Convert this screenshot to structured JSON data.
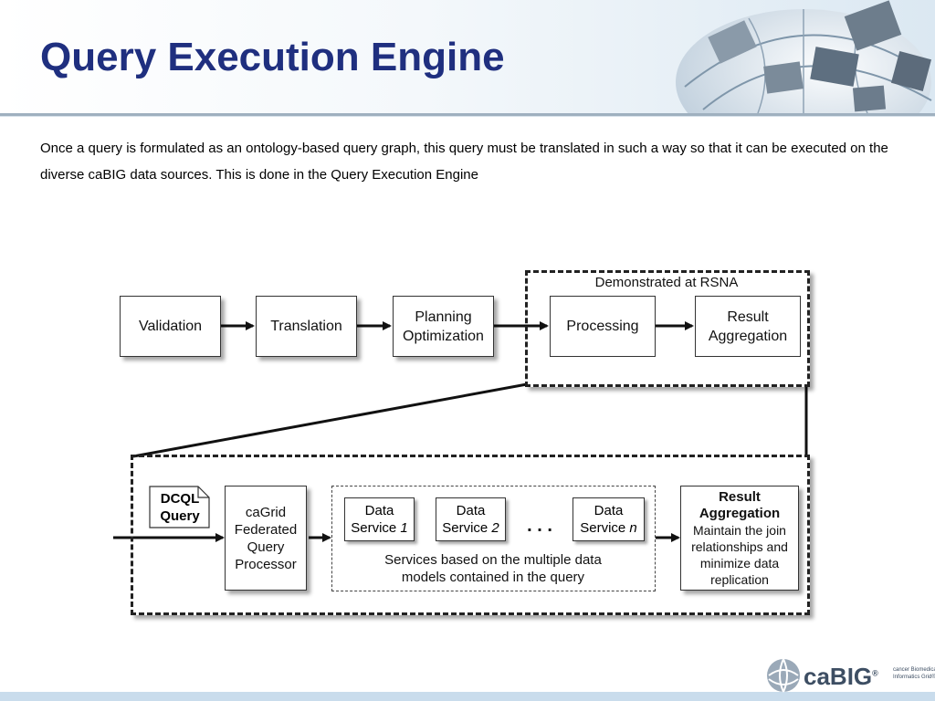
{
  "slide": {
    "title": "Query Execution Engine",
    "intro": "Once a query is formulated as an ontology-based query graph, this query must be translated in such a way so that it can be executed on the diverse caBIG data sources.  This is done in the Query Execution Engine"
  },
  "pipeline": {
    "steps": [
      "Validation",
      "Translation",
      "Planning Optimization",
      "Processing",
      "Result Aggregation"
    ],
    "demo_label": "Demonstrated at RSNA"
  },
  "detail": {
    "dcql_line1": "DCQL",
    "dcql_line2": "Query",
    "processor": "caGrid Federated Query Processor",
    "services": [
      {
        "line1": "Data",
        "line2": "Service ",
        "num": "1"
      },
      {
        "line1": "Data",
        "line2": "Service ",
        "num": "2"
      },
      {
        "line1": "Data",
        "line2": "Service ",
        "num": "n"
      }
    ],
    "ellipsis": ". . .",
    "services_note": "Services based on the multiple data models contained in the query",
    "result_title": "Result Aggregation",
    "result_body": "Maintain the join relationships and minimize data replication"
  },
  "logo": {
    "name": "caBIG",
    "reg": "®",
    "tag1": "cancer Biomedical",
    "tag2": "Informatics Grid®"
  },
  "colors": {
    "title": "#1f2f7f",
    "logo": "#3d4e63"
  }
}
